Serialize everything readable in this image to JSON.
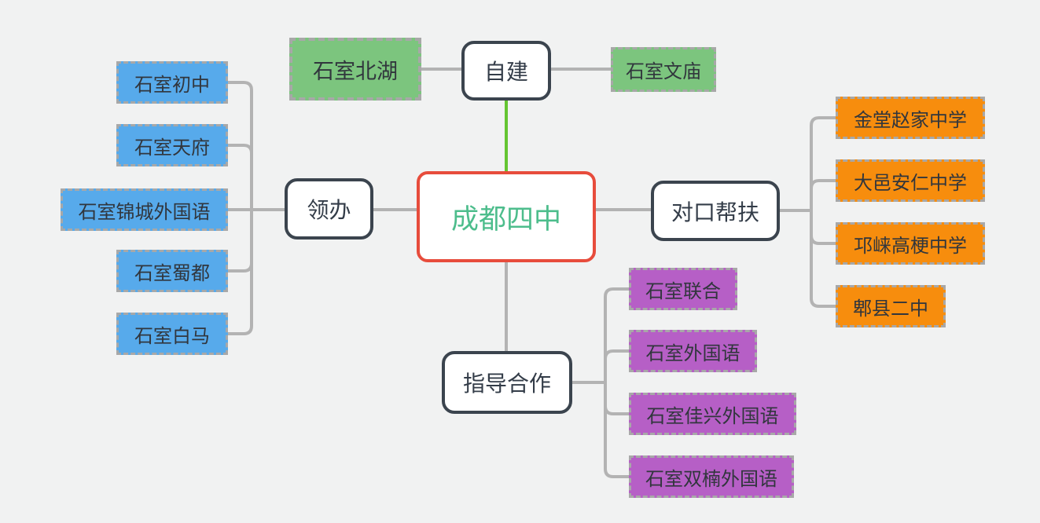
{
  "diagram": {
    "root": {
      "label": "成都四中"
    },
    "branches": {
      "self_build": {
        "label": "自建",
        "children": [
          {
            "label": "石室北湖"
          },
          {
            "label": "石室文庙"
          }
        ]
      },
      "lead_run": {
        "label": "领办",
        "children": [
          {
            "label": "石室初中"
          },
          {
            "label": "石室天府"
          },
          {
            "label": "石室锦城外国语"
          },
          {
            "label": "石室蜀都"
          },
          {
            "label": "石室白马"
          }
        ]
      },
      "paired_support": {
        "label": "对口帮扶",
        "children": [
          {
            "label": "金堂赵家中学"
          },
          {
            "label": "大邑安仁中学"
          },
          {
            "label": "邛崃高梗中学"
          },
          {
            "label": "郫县二中"
          }
        ]
      },
      "guidance_coop": {
        "label": "指导合作",
        "children": [
          {
            "label": "石室联合"
          },
          {
            "label": "石室外国语"
          },
          {
            "label": "石室佳兴外国语"
          },
          {
            "label": "石室双楠外国语"
          }
        ]
      }
    },
    "colors": {
      "background": "#f1f2f2",
      "root_border": "#e74c3c",
      "root_text": "#4dbd8c",
      "branch_border": "#3b444e",
      "leaf_blue": "#57aaeb",
      "leaf_green": "#7cc57e",
      "leaf_orange": "#f78d0d",
      "leaf_purple": "#b65fc6",
      "connector_gray": "#b3b3b3",
      "connector_green": "#64c532",
      "dashed_border": "#a8a8a8"
    }
  }
}
